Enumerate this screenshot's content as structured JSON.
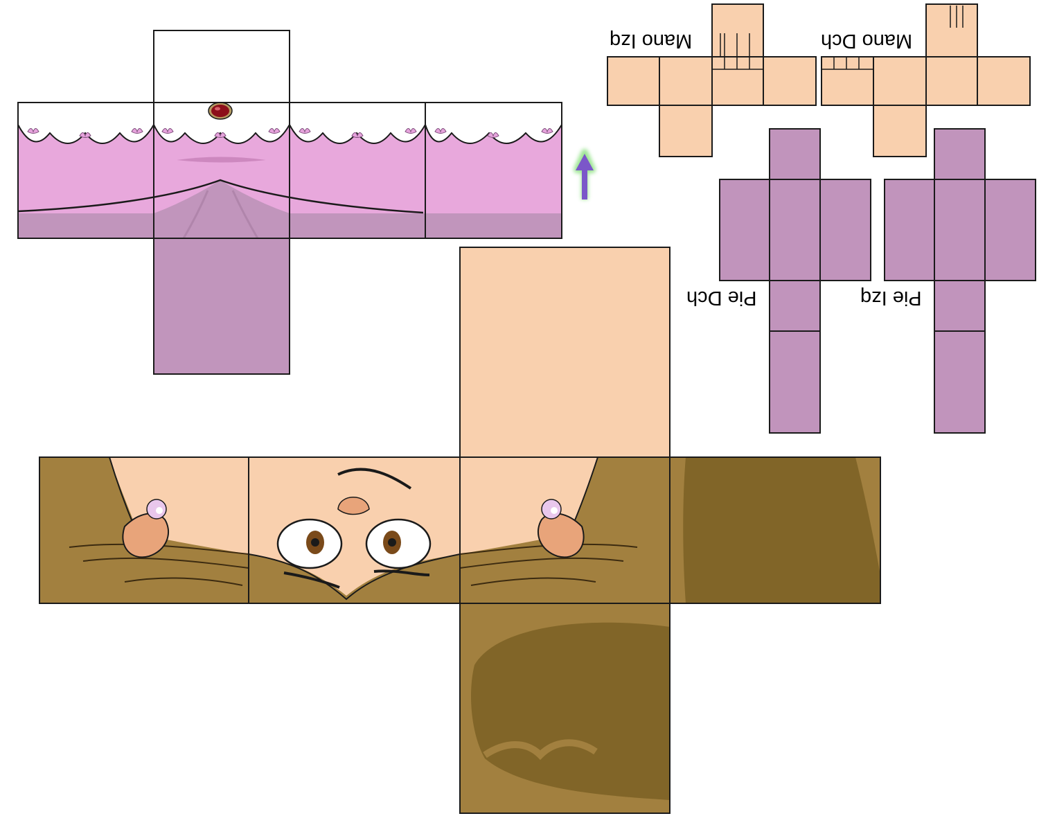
{
  "labels": {
    "mano_izq": "Mano Izq",
    "mano_dch": "Mano Dch",
    "pie_dch": "Pie Dch",
    "pie_izq": "Pie Izq"
  },
  "colors": {
    "dress_pink": "#e8a8dc",
    "dress_dark": "#c195bc",
    "leg_purple": "#c194bc",
    "skin": "#f9d0ae",
    "hair": "#a2803f",
    "hair_dark": "#816528",
    "collar": "#ffffff",
    "arrow": "#7b57c9",
    "outline": "#1a1a1a"
  },
  "icons": {
    "direction_arrow": "arrow-up-icon",
    "brooch": "red-gem-icon"
  }
}
